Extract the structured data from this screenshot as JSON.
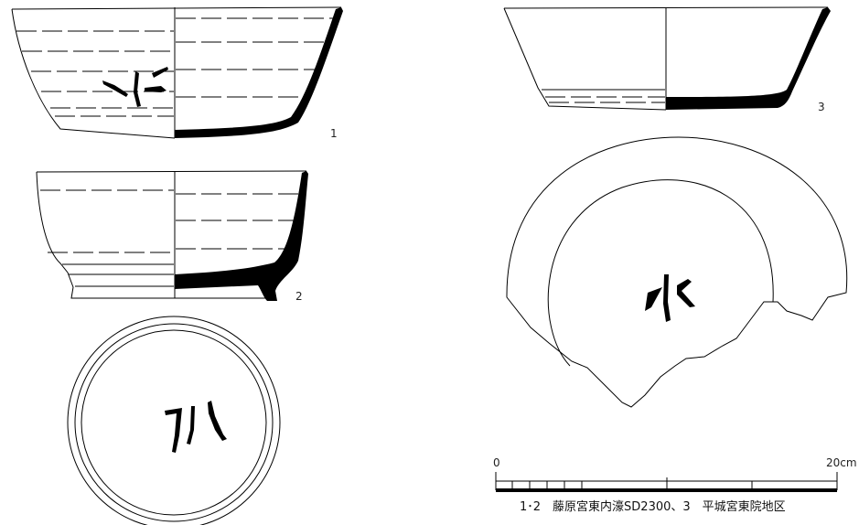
{
  "figure": {
    "vessel_numbers": [
      "1",
      "2",
      "3"
    ],
    "ink_inscription": "水",
    "scale": {
      "start": "0",
      "end": "20cm"
    },
    "caption": "1･2　藤原宮東内濠SD2300、3　平城宮東院地区"
  }
}
